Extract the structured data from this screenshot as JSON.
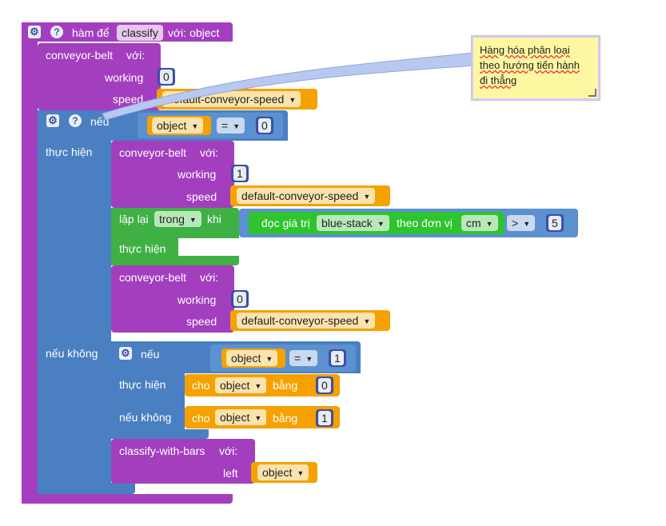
{
  "function": {
    "prefix": "hàm để",
    "name": "classify",
    "suffix": "với: object"
  },
  "call1": {
    "name": "conveyor-belt",
    "with": "với:",
    "arg1": "working",
    "arg1_val": "0",
    "arg2": "speed",
    "arg2_val": "default-conveyor-speed"
  },
  "if1": {
    "label": "nếu",
    "var": "object",
    "op": "=",
    "val": "0",
    "then_label": "thực hiện",
    "else_label": "nếu không"
  },
  "then1": {
    "call_a": {
      "name": "conveyor-belt",
      "with": "với:",
      "arg1": "working",
      "arg1_val": "1",
      "arg2": "speed",
      "arg2_val": "default-conveyor-speed"
    },
    "loop": {
      "label": "lặp lại",
      "mode": "trong",
      "when": "khi",
      "read_label": "đọc giá trị",
      "sensor": "blue-stack",
      "unit_label": "theo đơn vị",
      "unit": "cm",
      "op": ">",
      "val": "5",
      "do_label": "thực hiện"
    },
    "call_b": {
      "name": "conveyor-belt",
      "with": "với:",
      "arg1": "working",
      "arg1_val": "0",
      "arg2": "speed",
      "arg2_val": "default-conveyor-speed"
    }
  },
  "if2": {
    "label": "nếu",
    "var": "object",
    "op": "=",
    "val": "1",
    "then_label": "thực hiện",
    "else_label": "nếu không",
    "set1": {
      "prefix": "cho",
      "var": "object",
      "eq": "bằng",
      "val": "0"
    },
    "set2": {
      "prefix": "cho",
      "var": "object",
      "eq": "bằng",
      "val": "1"
    }
  },
  "call3": {
    "name": "classify-with-bars",
    "with": "với:",
    "arg1": "left",
    "arg1_val": "object"
  },
  "comment": {
    "line1": "Hàng hóa phân loại",
    "line2": "theo hướng tiến hành",
    "line3": "đi thẳng"
  },
  "colors": {
    "procedure": "#a33fbe",
    "logic": "#4a7fc1",
    "loop": "#3fb044",
    "variable": "#f5a100",
    "number": "#3c4fa3"
  },
  "icons": [
    "gear-icon",
    "help-icon",
    "dropdown-arrow-icon",
    "resize-icon"
  ]
}
